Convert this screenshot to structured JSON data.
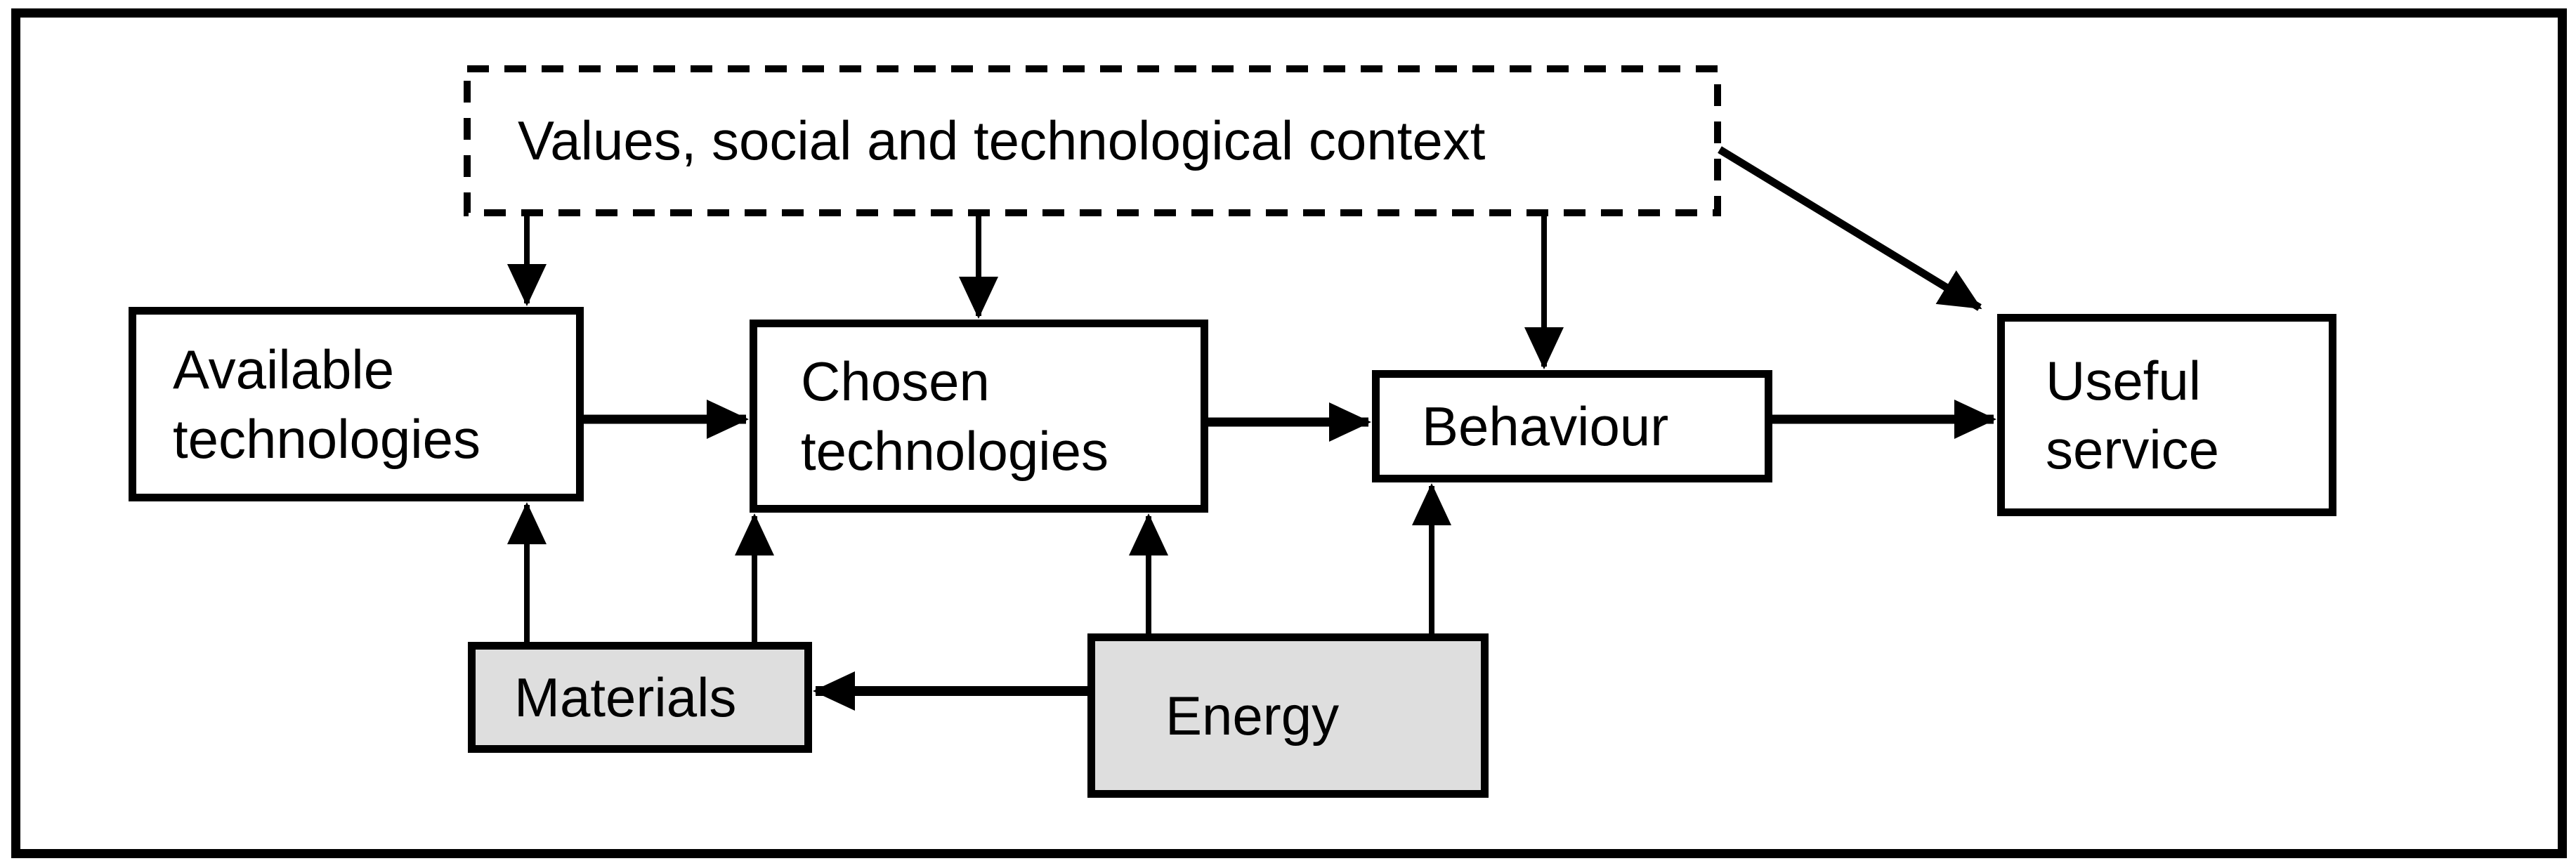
{
  "figure": {
    "type": "flow-diagram",
    "description_visible_text_only": true
  },
  "colors": {
    "background": "#ffffff",
    "line": "#000000",
    "box_fill_white": "#ffffff",
    "box_fill_gray": "#dedede"
  },
  "boxes": {
    "context": {
      "label": "Values, social and technological context",
      "border": "dashed"
    },
    "available": {
      "label": "Available\ntechnologies",
      "border": "solid"
    },
    "chosen": {
      "label": "Chosen\ntechnologies",
      "border": "solid"
    },
    "behaviour": {
      "label": "Behaviour",
      "border": "solid"
    },
    "useful": {
      "label": "Useful\nservice",
      "border": "solid"
    },
    "materials": {
      "label": "Materials",
      "border": "solid",
      "fill": "gray"
    },
    "energy": {
      "label": "Energy",
      "border": "solid",
      "fill": "gray"
    }
  },
  "connections": [
    {
      "from": "context",
      "to": "available"
    },
    {
      "from": "context",
      "to": "chosen"
    },
    {
      "from": "context",
      "to": "behaviour"
    },
    {
      "from": "context",
      "to": "useful"
    },
    {
      "from": "available",
      "to": "chosen"
    },
    {
      "from": "chosen",
      "to": "behaviour"
    },
    {
      "from": "behaviour",
      "to": "useful"
    },
    {
      "from": "materials",
      "to": "available"
    },
    {
      "from": "materials",
      "to": "chosen"
    },
    {
      "from": "energy",
      "to": "chosen"
    },
    {
      "from": "energy",
      "to": "behaviour"
    },
    {
      "from": "energy",
      "to": "materials"
    }
  ]
}
